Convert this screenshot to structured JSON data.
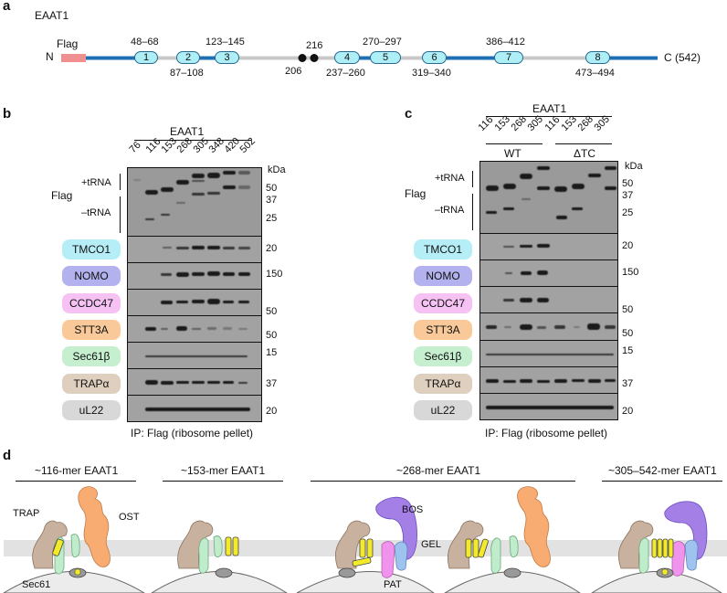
{
  "panel_a": {
    "label": "a",
    "title": "EAAT1",
    "n_label": "N",
    "flag_label": "Flag",
    "c_label": "C (542)",
    "tm_segments": [
      {
        "num": "1",
        "range": "48–68",
        "pos": "top"
      },
      {
        "num": "2",
        "range": "87–108",
        "pos": "bottom"
      },
      {
        "num": "3",
        "range": "123–145",
        "pos": "top"
      },
      {
        "num": "4",
        "range": "237–260",
        "pos": "bottom"
      },
      {
        "num": "5",
        "range": "270–297",
        "pos": "top"
      },
      {
        "num": "6",
        "range": "319–340",
        "pos": "bottom"
      },
      {
        "num": "7",
        "range": "386–412",
        "pos": "top"
      },
      {
        "num": "8",
        "range": "473–494",
        "pos": "bottom"
      }
    ],
    "glyco_sites": [
      "206",
      "216"
    ]
  },
  "panel_b": {
    "label": "b",
    "header": "EAAT1",
    "lanes": [
      "76",
      "116",
      "153",
      "268",
      "305",
      "348",
      "420",
      "502"
    ],
    "flag_label": "Flag",
    "plus_trna": "+tRNA",
    "minus_trna": "–tRNA",
    "kda_label": "kDa",
    "flag_markers": [
      "50",
      "37",
      "25"
    ],
    "rows": [
      {
        "name": "TMCO1",
        "marker": "20",
        "color": "#b6eef7"
      },
      {
        "name": "NOMO",
        "marker": "150",
        "color": "#b3b2ef"
      },
      {
        "name": "CCDC47",
        "marker": "50",
        "color": "#f6c2f3"
      },
      {
        "name": "STT3A",
        "marker": "50",
        "color": "#f9c99a"
      },
      {
        "name": "Sec61β",
        "marker": "15",
        "color": "#c6efcf"
      },
      {
        "name": "TRAPα",
        "marker": "37",
        "color": "#dfcfbf"
      },
      {
        "name": "uL22",
        "marker": "20",
        "color": "#d8d8d8"
      }
    ],
    "footer": "IP: Flag (ribosome pellet)"
  },
  "panel_c": {
    "label": "c",
    "header": "EAAT1",
    "lanes": [
      "116",
      "153",
      "268",
      "305",
      "116",
      "153",
      "268",
      "305"
    ],
    "group_wt": "WT",
    "group_dtc": "ΔTC",
    "flag_label": "Flag",
    "plus_trna": "+tRNA",
    "minus_trna": "–tRNA",
    "kda_label": "kDa",
    "flag_markers": [
      "50",
      "37",
      "25"
    ],
    "rows": [
      {
        "name": "TMCO1",
        "marker": "20"
      },
      {
        "name": "NOMO",
        "marker": "150"
      },
      {
        "name": "CCDC47",
        "marker": "50"
      },
      {
        "name": "STT3A",
        "marker": "50"
      },
      {
        "name": "Sec61β",
        "marker": "15"
      },
      {
        "name": "TRAPα",
        "marker": "37"
      },
      {
        "name": "uL22",
        "marker": "20"
      }
    ],
    "footer": "IP: Flag (ribosome pellet)"
  },
  "panel_d": {
    "label": "d",
    "stages": [
      "~116-mer EAAT1",
      "~153-mer EAAT1",
      "~268-mer EAAT1",
      "~305–542-mer EAAT1"
    ],
    "labels": {
      "trap": "TRAP",
      "ost": "OST",
      "sec61": "Sec61",
      "bos": "BOS",
      "gel": "GEL",
      "pat": "PAT"
    }
  },
  "colors": {
    "tm_fill": "#aeeef6",
    "backbone_blue": "#1f6fb5",
    "backbone_grey": "#c8c8c8",
    "flag_tag": "#ef8f8f",
    "trap": "#c8b29f",
    "ost": "#f8ac72",
    "sec61": "#bfeccb",
    "bos": "#a37fe6",
    "gel": "#9ec3ef",
    "pat": "#ef93ec",
    "substrate": "#f3ea2a",
    "membrane": "#e2e2e2",
    "ribosome": "#ececec"
  }
}
